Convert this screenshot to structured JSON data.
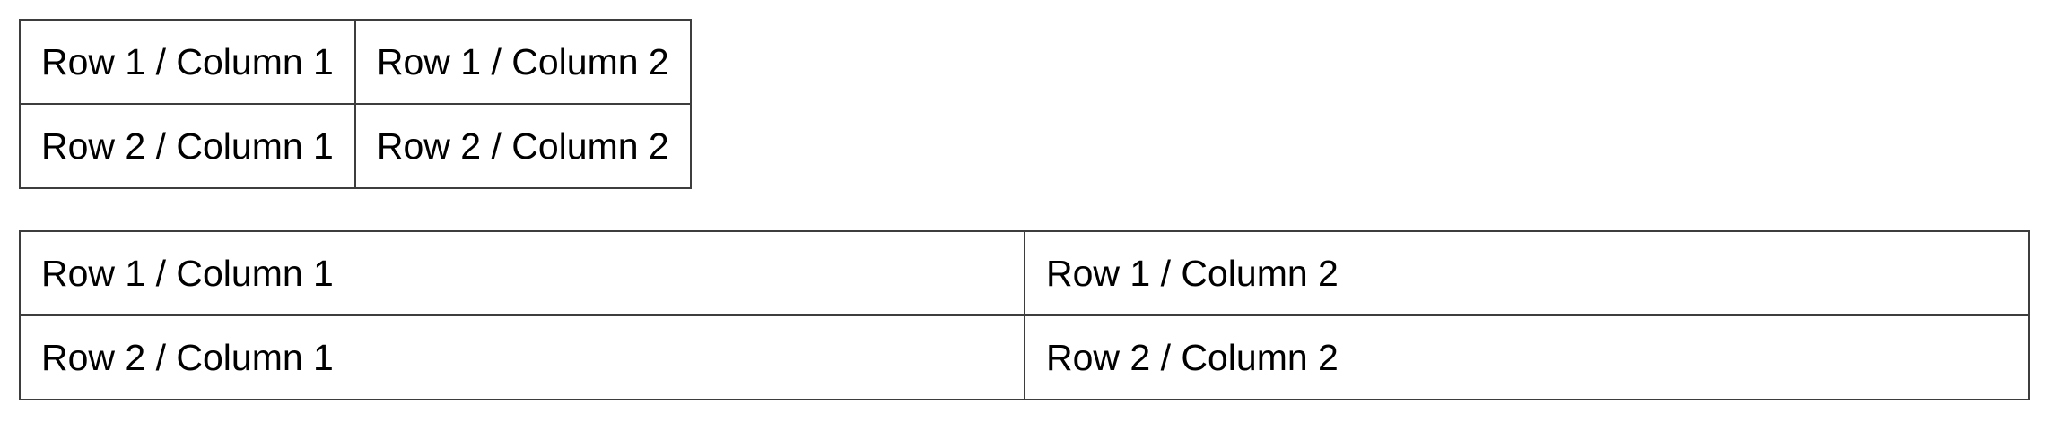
{
  "page": {
    "background_color": "#ffffff",
    "text_color": "#000000",
    "border_color": "#3d3d3d"
  },
  "tables": [
    {
      "name": "compact-table",
      "width_mode": "auto",
      "rows": [
        [
          "Row 1 / Column 1",
          "Row 1 / Column 2"
        ],
        [
          "Row 2 / Column 1",
          "Row 2 / Column 2"
        ]
      ]
    },
    {
      "name": "full-width-table",
      "width_mode": "100%",
      "rows": [
        [
          "Row 1 / Column 1",
          "Row 1 / Column 2"
        ],
        [
          "Row 2 / Column 1",
          "Row 2 / Column 2"
        ]
      ]
    }
  ]
}
